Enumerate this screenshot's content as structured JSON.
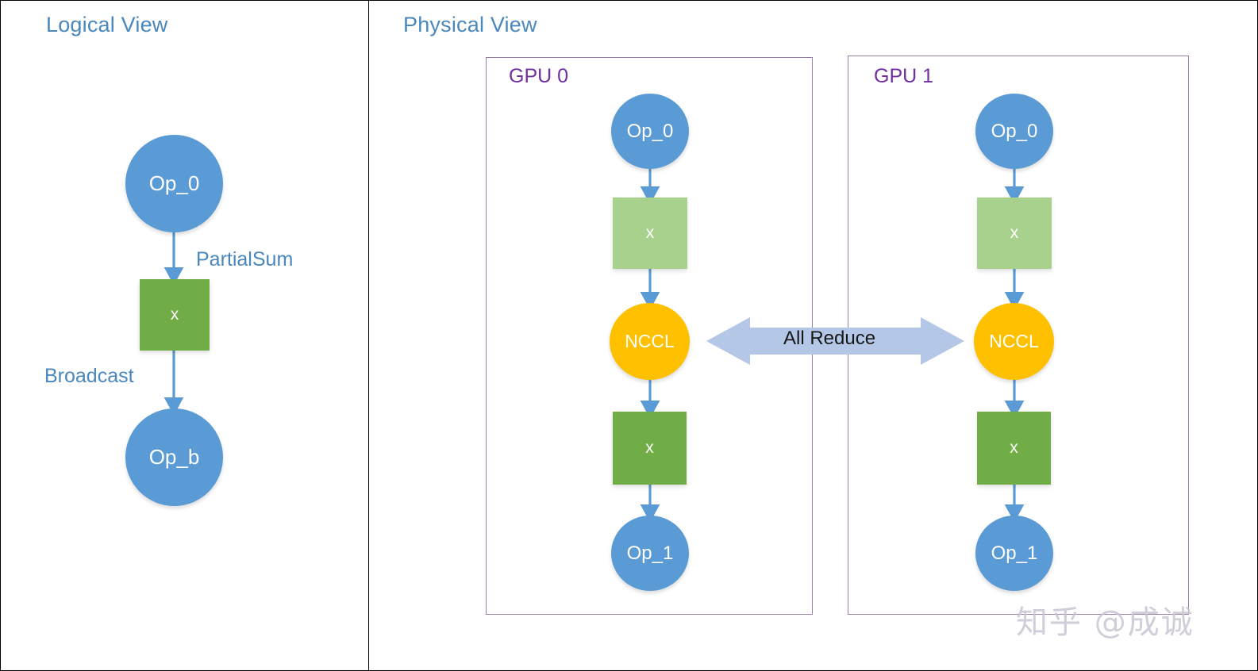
{
  "panels": {
    "logical": {
      "title": "Logical View"
    },
    "physical": {
      "title": "Physical View"
    }
  },
  "logical_view": {
    "nodes": [
      {
        "id": "lg-op0",
        "label": "Op_0",
        "shape": "circle",
        "color": "#5b9bd5"
      },
      {
        "id": "lg-box",
        "label": "x",
        "shape": "square",
        "color": "#70ad47"
      },
      {
        "id": "lg-opb",
        "label": "Op_b",
        "shape": "circle",
        "color": "#5b9bd5"
      }
    ],
    "edge_labels": {
      "partial_sum": "PartialSum",
      "broadcast": "Broadcast"
    }
  },
  "physical_view": {
    "gpus": [
      {
        "id": "gpu0",
        "label": "GPU 0",
        "label_color": "#7030a0",
        "nodes": [
          {
            "id": "g0-op0",
            "label": "Op_0",
            "shape": "circle",
            "color": "#5b9bd5"
          },
          {
            "id": "g0-lbox",
            "label": "x",
            "shape": "square",
            "color": "#a9d18e"
          },
          {
            "id": "g0-nccl",
            "label": "NCCL",
            "shape": "circle",
            "color": "#ffc000"
          },
          {
            "id": "g0-dbox",
            "label": "x",
            "shape": "square",
            "color": "#70ad47"
          },
          {
            "id": "g0-op1",
            "label": "Op_1",
            "shape": "circle",
            "color": "#5b9bd5"
          }
        ]
      },
      {
        "id": "gpu1",
        "label": "GPU 1",
        "label_color": "#7030a0",
        "nodes": [
          {
            "id": "g1-op0",
            "label": "Op_0",
            "shape": "circle",
            "color": "#5b9bd5"
          },
          {
            "id": "g1-lbox",
            "label": "x",
            "shape": "square",
            "color": "#a9d18e"
          },
          {
            "id": "g1-nccl",
            "label": "NCCL",
            "shape": "circle",
            "color": "#ffc000"
          },
          {
            "id": "g1-dbox",
            "label": "x",
            "shape": "square",
            "color": "#70ad47"
          },
          {
            "id": "g1-op1",
            "label": "Op_1",
            "shape": "circle",
            "color": "#5b9bd5"
          }
        ]
      }
    ],
    "interconnect": {
      "label": "All Reduce",
      "style": "double-headed-arrow",
      "color": "#b4c7e7"
    }
  },
  "colors": {
    "accent_blue": "#5b9bd5",
    "title_blue": "#4a87bd",
    "green_dark": "#70ad47",
    "green_light": "#a9d18e",
    "amber": "#ffc000",
    "purple": "#7030a0",
    "gpu_border": "#9a7aa8",
    "arrow_blue": "#b4c7e7",
    "panel_divider": "#000000"
  },
  "watermark": {
    "text": "知乎 @成诚"
  }
}
